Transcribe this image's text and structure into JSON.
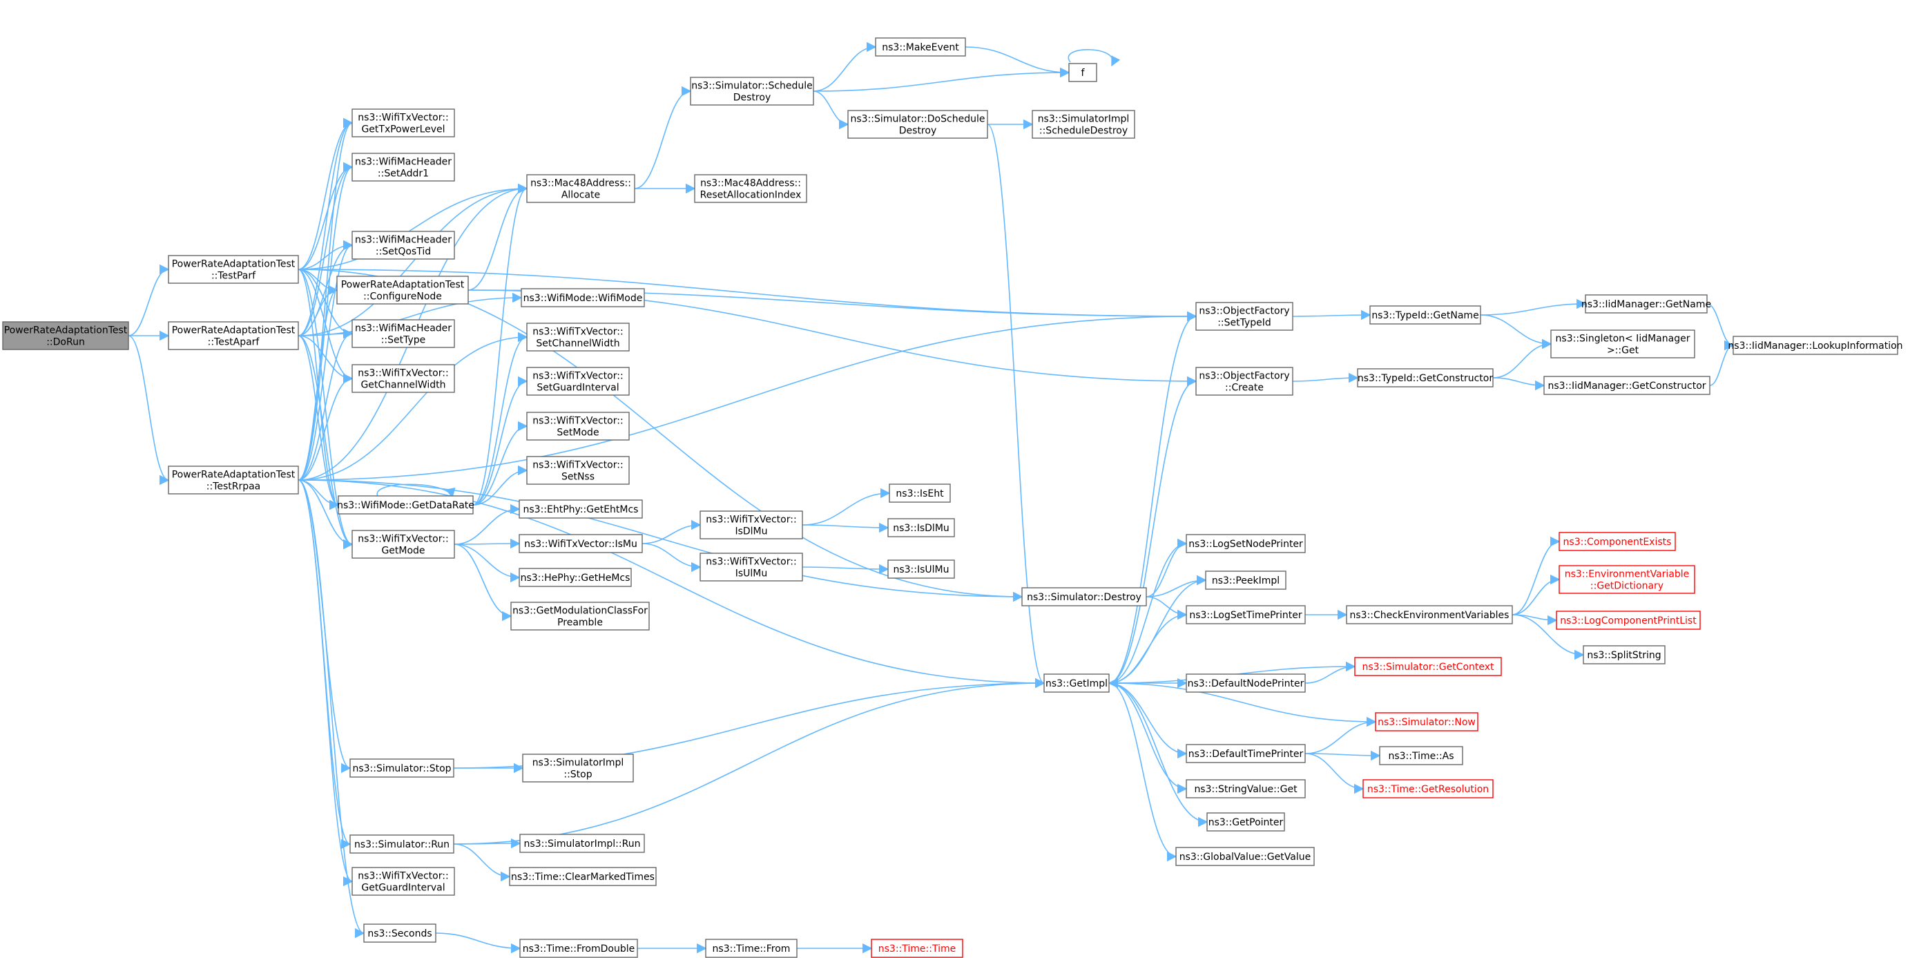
{
  "colors": {
    "edge": "#63b8ff",
    "root_fill": "#999999",
    "node_border": "#666666",
    "truncated_border": "#ff0000",
    "truncated_text": "#ff0000"
  },
  "nodes": [
    {
      "id": "dorun",
      "lines": [
        "PowerRateAdaptationTest",
        "::DoRun"
      ],
      "root": true
    },
    {
      "id": "testparf",
      "lines": [
        "PowerRateAdaptationTest",
        "::TestParf"
      ]
    },
    {
      "id": "testaparf",
      "lines": [
        "PowerRateAdaptationTest",
        "::TestAparf"
      ]
    },
    {
      "id": "testrrpaa",
      "lines": [
        "PowerRateAdaptationTest",
        "::TestRrpaa"
      ]
    },
    {
      "id": "gettxpowerlevel",
      "lines": [
        "ns3::WifiTxVector::",
        "GetTxPowerLevel"
      ]
    },
    {
      "id": "setaddr1",
      "lines": [
        "ns3::WifiMacHeader",
        "::SetAddr1"
      ]
    },
    {
      "id": "setqostid",
      "lines": [
        "ns3::WifiMacHeader",
        "::SetQosTid"
      ]
    },
    {
      "id": "configurenode",
      "lines": [
        "PowerRateAdaptationTest",
        "::ConfigureNode"
      ]
    },
    {
      "id": "settype",
      "lines": [
        "ns3::WifiMacHeader",
        "::SetType"
      ]
    },
    {
      "id": "getchannelwidth",
      "lines": [
        "ns3::WifiTxVector::",
        "GetChannelWidth"
      ]
    },
    {
      "id": "getdatarate",
      "lines": [
        "ns3::WifiMode::GetDataRate"
      ]
    },
    {
      "id": "getmode",
      "lines": [
        "ns3::WifiTxVector::",
        "GetMode"
      ]
    },
    {
      "id": "simstop",
      "lines": [
        "ns3::Simulator::Stop"
      ]
    },
    {
      "id": "simrun",
      "lines": [
        "ns3::Simulator::Run"
      ]
    },
    {
      "id": "getguardinterval",
      "lines": [
        "ns3::WifiTxVector::",
        "GetGuardInterval"
      ]
    },
    {
      "id": "seconds",
      "lines": [
        "ns3::Seconds"
      ]
    },
    {
      "id": "macallocate",
      "lines": [
        "ns3::Mac48Address::",
        "Allocate"
      ]
    },
    {
      "id": "wifimode",
      "lines": [
        "ns3::WifiMode::WifiMode"
      ]
    },
    {
      "id": "setchannelwidth",
      "lines": [
        "ns3::WifiTxVector::",
        "SetChannelWidth"
      ]
    },
    {
      "id": "setguardinterval",
      "lines": [
        "ns3::WifiTxVector::",
        "SetGuardInterval"
      ]
    },
    {
      "id": "setmode",
      "lines": [
        "ns3::WifiTxVector::",
        "SetMode"
      ]
    },
    {
      "id": "setnss",
      "lines": [
        "ns3::WifiTxVector::",
        "SetNss"
      ]
    },
    {
      "id": "getehtmcs",
      "lines": [
        "ns3::EhtPhy::GetEhtMcs"
      ]
    },
    {
      "id": "ismu",
      "lines": [
        "ns3::WifiTxVector::IsMu"
      ]
    },
    {
      "id": "gethemcs",
      "lines": [
        "ns3::HePhy::GetHeMcs"
      ]
    },
    {
      "id": "getmodclass",
      "lines": [
        "ns3::GetModulationClassFor",
        "Preamble"
      ]
    },
    {
      "id": "implstop",
      "lines": [
        "ns3::SimulatorImpl",
        "::Stop"
      ]
    },
    {
      "id": "implrun",
      "lines": [
        "ns3::SimulatorImpl::Run"
      ]
    },
    {
      "id": "clearmarked",
      "lines": [
        "ns3::Time::ClearMarkedTimes"
      ]
    },
    {
      "id": "fromdouble",
      "lines": [
        "ns3::Time::FromDouble"
      ]
    },
    {
      "id": "scheddestroy",
      "lines": [
        "ns3::Simulator::Schedule",
        "Destroy"
      ]
    },
    {
      "id": "resetalloc",
      "lines": [
        "ns3::Mac48Address::",
        "ResetAllocationIndex"
      ]
    },
    {
      "id": "isdlmu",
      "lines": [
        "ns3::WifiTxVector::",
        "IsDlMu"
      ]
    },
    {
      "id": "isulmu",
      "lines": [
        "ns3::WifiTxVector::",
        "IsUlMu"
      ]
    },
    {
      "id": "timefrom",
      "lines": [
        "ns3::Time::From"
      ]
    },
    {
      "id": "makeevent",
      "lines": [
        "ns3::MakeEvent"
      ]
    },
    {
      "id": "f",
      "lines": [
        "f"
      ]
    },
    {
      "id": "doscheddestroy",
      "lines": [
        "ns3::Simulator::DoSchedule",
        "Destroy"
      ]
    },
    {
      "id": "implscheddestroy",
      "lines": [
        "ns3::SimulatorImpl",
        "::ScheduleDestroy"
      ]
    },
    {
      "id": "iseht",
      "lines": [
        "ns3::IsEht"
      ]
    },
    {
      "id": "isdlmu2",
      "lines": [
        "ns3::IsDlMu"
      ]
    },
    {
      "id": "isulmu2",
      "lines": [
        "ns3::IsUlMu"
      ]
    },
    {
      "id": "timetime",
      "lines": [
        "ns3::Time::Time"
      ],
      "truncated": true
    },
    {
      "id": "simdestroy",
      "lines": [
        "ns3::Simulator::Destroy"
      ]
    },
    {
      "id": "getimpl",
      "lines": [
        "ns3::GetImpl"
      ]
    },
    {
      "id": "settypeid",
      "lines": [
        "ns3::ObjectFactory",
        "::SetTypeId"
      ]
    },
    {
      "id": "ofcreate",
      "lines": [
        "ns3::ObjectFactory",
        "::Create"
      ]
    },
    {
      "id": "logsetnode",
      "lines": [
        "ns3::LogSetNodePrinter"
      ]
    },
    {
      "id": "peekimpl",
      "lines": [
        "ns3::PeekImpl"
      ]
    },
    {
      "id": "logsettime",
      "lines": [
        "ns3::LogSetTimePrinter"
      ]
    },
    {
      "id": "defaultnode",
      "lines": [
        "ns3::DefaultNodePrinter"
      ]
    },
    {
      "id": "defaulttime",
      "lines": [
        "ns3::DefaultTimePrinter"
      ]
    },
    {
      "id": "stringget",
      "lines": [
        "ns3::StringValue::Get"
      ]
    },
    {
      "id": "getpointer",
      "lines": [
        "ns3::GetPointer"
      ]
    },
    {
      "id": "globalget",
      "lines": [
        "ns3::GlobalValue::GetValue"
      ]
    },
    {
      "id": "typeidgetname",
      "lines": [
        "ns3::TypeId::GetName"
      ]
    },
    {
      "id": "typeidgetctor",
      "lines": [
        "ns3::TypeId::GetConstructor"
      ]
    },
    {
      "id": "checkenv",
      "lines": [
        "ns3::CheckEnvironmentVariables"
      ]
    },
    {
      "id": "getcontext",
      "lines": [
        "ns3::Simulator::GetContext"
      ],
      "truncated": true
    },
    {
      "id": "simnow",
      "lines": [
        "ns3::Simulator::Now"
      ],
      "truncated": true
    },
    {
      "id": "timeas",
      "lines": [
        "ns3::Time::As"
      ]
    },
    {
      "id": "getresolution",
      "lines": [
        "ns3::Time::GetResolution"
      ],
      "truncated": true
    },
    {
      "id": "iidgetname",
      "lines": [
        "ns3::IidManager::GetName"
      ]
    },
    {
      "id": "singletonget",
      "lines": [
        "ns3::Singleton< IidManager",
        ">::Get"
      ]
    },
    {
      "id": "iidgetctor",
      "lines": [
        "ns3::IidManager::GetConstructor"
      ]
    },
    {
      "id": "componentexists",
      "lines": [
        "ns3::ComponentExists"
      ],
      "truncated": true
    },
    {
      "id": "envgetdict",
      "lines": [
        "ns3::EnvironmentVariable",
        "::GetDictionary"
      ],
      "truncated": true
    },
    {
      "id": "logcomplist",
      "lines": [
        "ns3::LogComponentPrintList"
      ],
      "truncated": true
    },
    {
      "id": "splitstring",
      "lines": [
        "ns3::SplitString"
      ]
    },
    {
      "id": "lookupinfo",
      "lines": [
        "ns3::IidManager::LookupInformation"
      ]
    }
  ]
}
